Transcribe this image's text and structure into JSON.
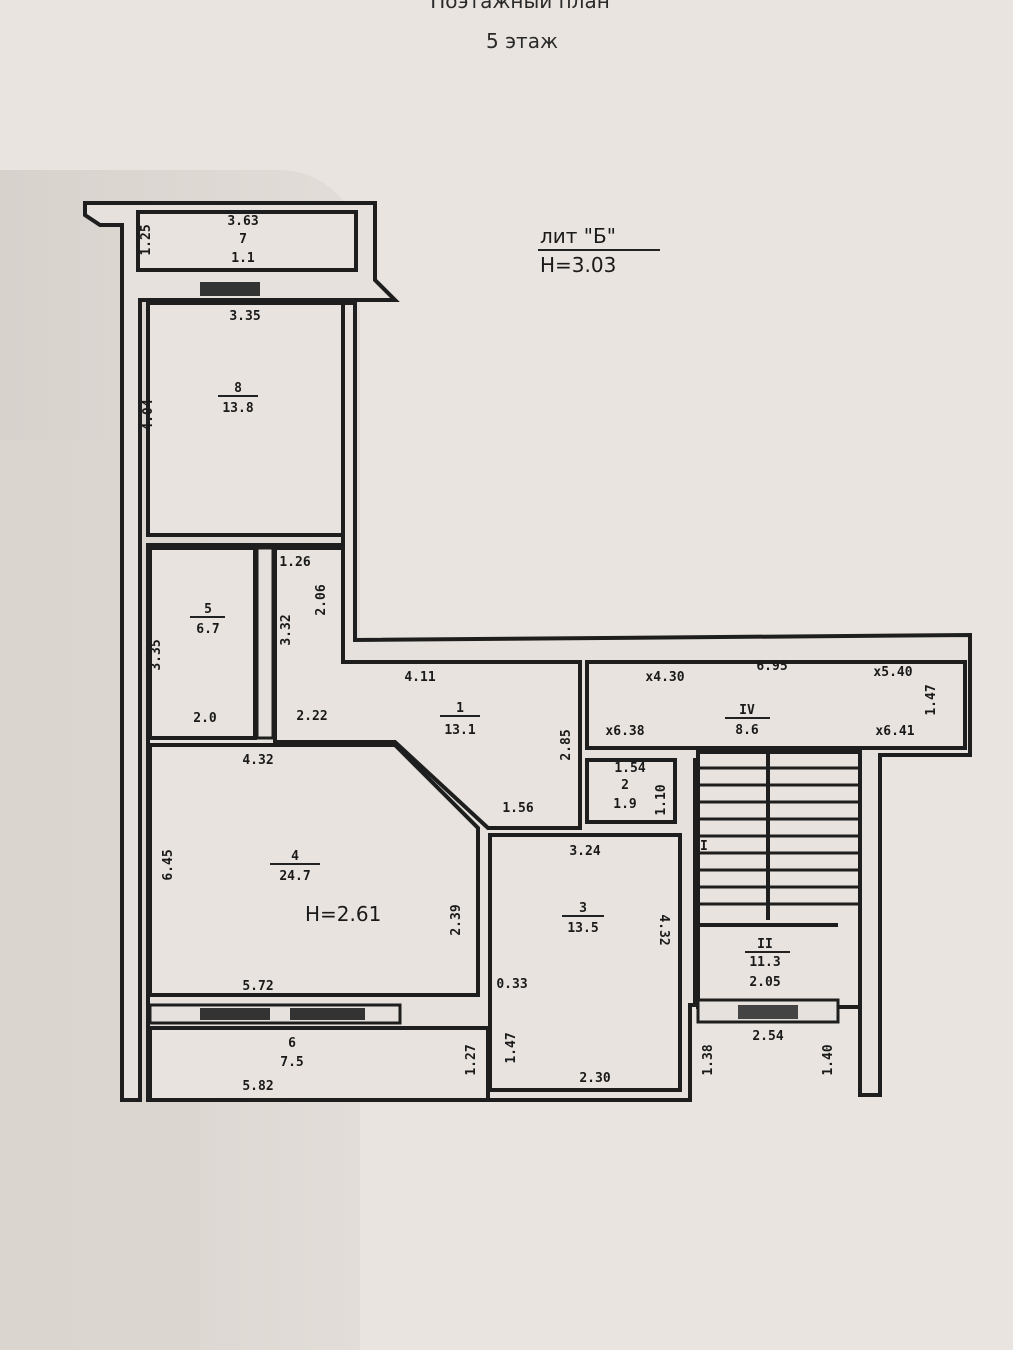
{
  "header": {
    "title": "Поэтажный план",
    "floor": "5 этаж"
  },
  "building": {
    "letter": "лит \"Б\"",
    "height": "H=3.03"
  },
  "rooms": [
    {
      "number": "7",
      "area": "1.1",
      "dims": [
        "3.63",
        "1.25"
      ]
    },
    {
      "number": "8",
      "area": "13.8",
      "dims": [
        "3.35",
        "4.04"
      ]
    },
    {
      "number": "5",
      "area": "6.7",
      "dims": [
        "3.35",
        "2.0",
        "3.32"
      ]
    },
    {
      "number": "1",
      "area": "13.1",
      "dims": [
        "1.26",
        "2.06",
        "4.11",
        "2.22",
        "2.85"
      ]
    },
    {
      "number": "2",
      "area": "1.9",
      "dims": [
        "1.54",
        "1.10"
      ]
    },
    {
      "number": "4",
      "area": "24.7",
      "dims": [
        "4.32",
        "6.45",
        "5.72",
        "2.39",
        "1.56"
      ],
      "height": "H=2.61"
    },
    {
      "number": "3",
      "area": "13.5",
      "dims": [
        "3.24",
        "4.32",
        "0.33",
        "1.47",
        "2.30"
      ]
    },
    {
      "number": "6",
      "area": "7.5",
      "dims": [
        "5.82",
        "1.27"
      ]
    },
    {
      "number": "IV",
      "area": "8.6",
      "dims": [
        "x4.30",
        "6.95",
        "x5.40",
        "x6.38",
        "x6.41",
        "1.47"
      ]
    },
    {
      "number": "II",
      "area": "11.3",
      "dims": [
        "2.05",
        "2.54",
        "1.38",
        "1.40"
      ]
    }
  ],
  "stair": {
    "label": "I"
  }
}
